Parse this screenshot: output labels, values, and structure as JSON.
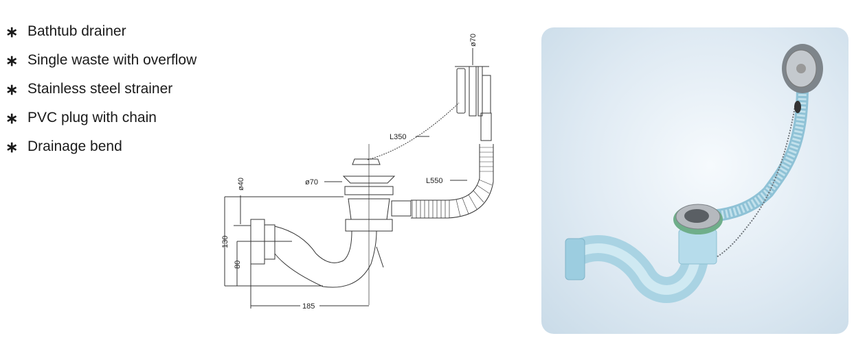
{
  "features": {
    "bullet": "∗",
    "items": [
      "Bathtub drainer",
      "Single waste with overflow",
      "Stainless steel strainer",
      "PVC plug with chain",
      "Drainage bend"
    ]
  },
  "diagram": {
    "overflow_diameter": "ø70",
    "chain_length": "L350",
    "strainer_diameter": "ø70",
    "hose_length": "L550",
    "outlet_diameter": "ø40",
    "height_total": "130",
    "height_outlet": "80",
    "width": "185"
  },
  "colors": {
    "pipe": "#b9dcea",
    "pipe_dark": "#8fc2d6",
    "steel": "#a9adb2",
    "gasket": "#6fae8a"
  }
}
